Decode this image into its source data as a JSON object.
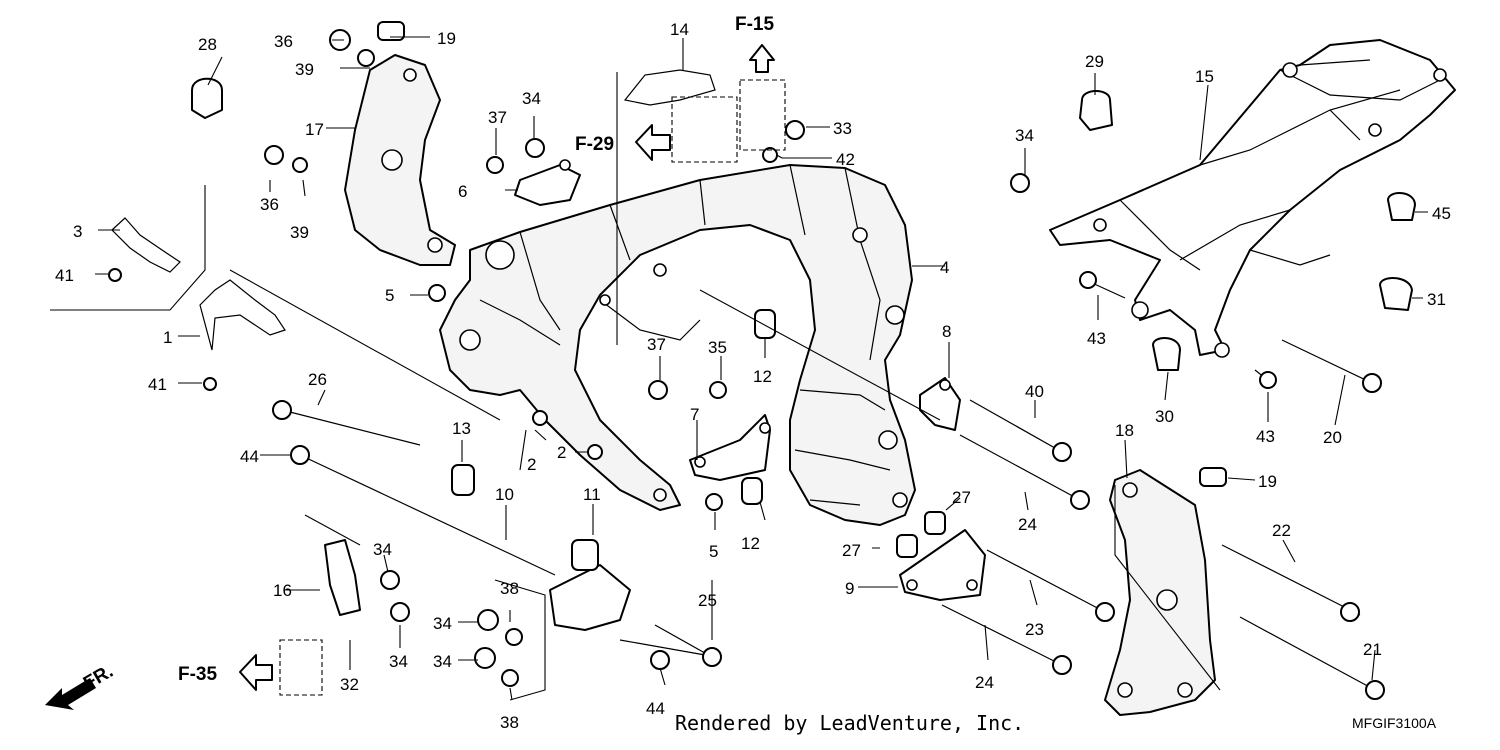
{
  "diagram": {
    "credit": "Rendered by LeadVenture, Inc.",
    "figure_code": "MFGIF3100A",
    "direction_label": "FR.",
    "section_refs": [
      "F-15",
      "F-29",
      "F-35"
    ],
    "callouts": {
      "c1": "1",
      "c2a": "2",
      "c2b": "2",
      "c3": "3",
      "c4": "4",
      "c5a": "5",
      "c5b": "5",
      "c6": "6",
      "c7": "7",
      "c8": "8",
      "c9": "9",
      "c10": "10",
      "c11": "11",
      "c12a": "12",
      "c12b": "12",
      "c13": "13",
      "c14": "14",
      "c15": "15",
      "c16": "16",
      "c17": "17",
      "c18": "18",
      "c19a": "19",
      "c19b": "19",
      "c20": "20",
      "c21": "21",
      "c22": "22",
      "c23": "23",
      "c24a": "24",
      "c24b": "24",
      "c25": "25",
      "c26": "26",
      "c27a": "27",
      "c27b": "27",
      "c28": "28",
      "c29": "29",
      "c30": "30",
      "c31": "31",
      "c32": "32",
      "c33": "33",
      "c34a": "34",
      "c34b": "34",
      "c34c": "34",
      "c34d": "34",
      "c34e": "34",
      "c34f": "34",
      "c35": "35",
      "c36a": "36",
      "c36b": "36",
      "c37a": "37",
      "c37b": "37",
      "c38a": "38",
      "c38b": "38",
      "c39a": "39",
      "c39b": "39",
      "c40": "40",
      "c41a": "41",
      "c41b": "41",
      "c42": "42",
      "c43a": "43",
      "c43b": "43",
      "c44a": "44",
      "c44b": "44",
      "c45": "45"
    }
  }
}
